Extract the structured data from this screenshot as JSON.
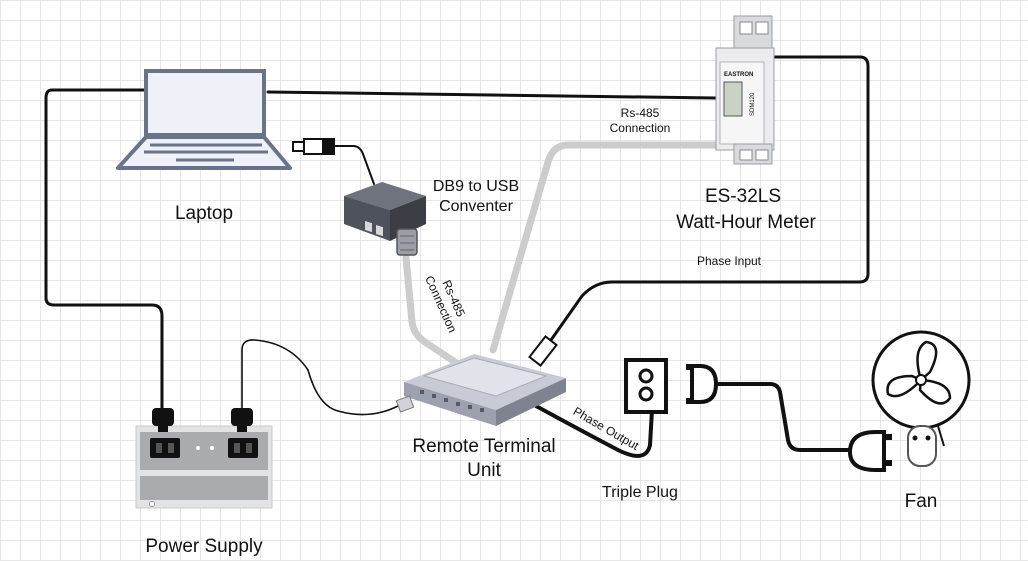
{
  "labels": {
    "laptop": "Laptop",
    "converter_line1": "DB9 to USB",
    "converter_line2": "Conventer",
    "meter_line1": "ES-32LS",
    "meter_line2": "Watt-Hour Meter",
    "rs485_top_line1": "Rs-485",
    "rs485_top_line2": "Connection",
    "rs485_diag_line1": "Rs-485",
    "rs485_diag_line2": "Connection",
    "phase_input": "Phase Input",
    "phase_output": "Phase Output",
    "rtu_line1": "Remote Terminal",
    "rtu_line2": "Unit",
    "triple_plug": "Triple Plug",
    "power_supply": "Power Supply",
    "fan": "Fan"
  },
  "meter_display": {
    "brand": "EASTRON",
    "model": "SDM120"
  },
  "colors": {
    "cable": "#111111",
    "rs485_cable": "#cccccc",
    "device_gray": "#c8cbd6",
    "device_dark": "#555a66",
    "laptop_outline": "#6a7488"
  }
}
